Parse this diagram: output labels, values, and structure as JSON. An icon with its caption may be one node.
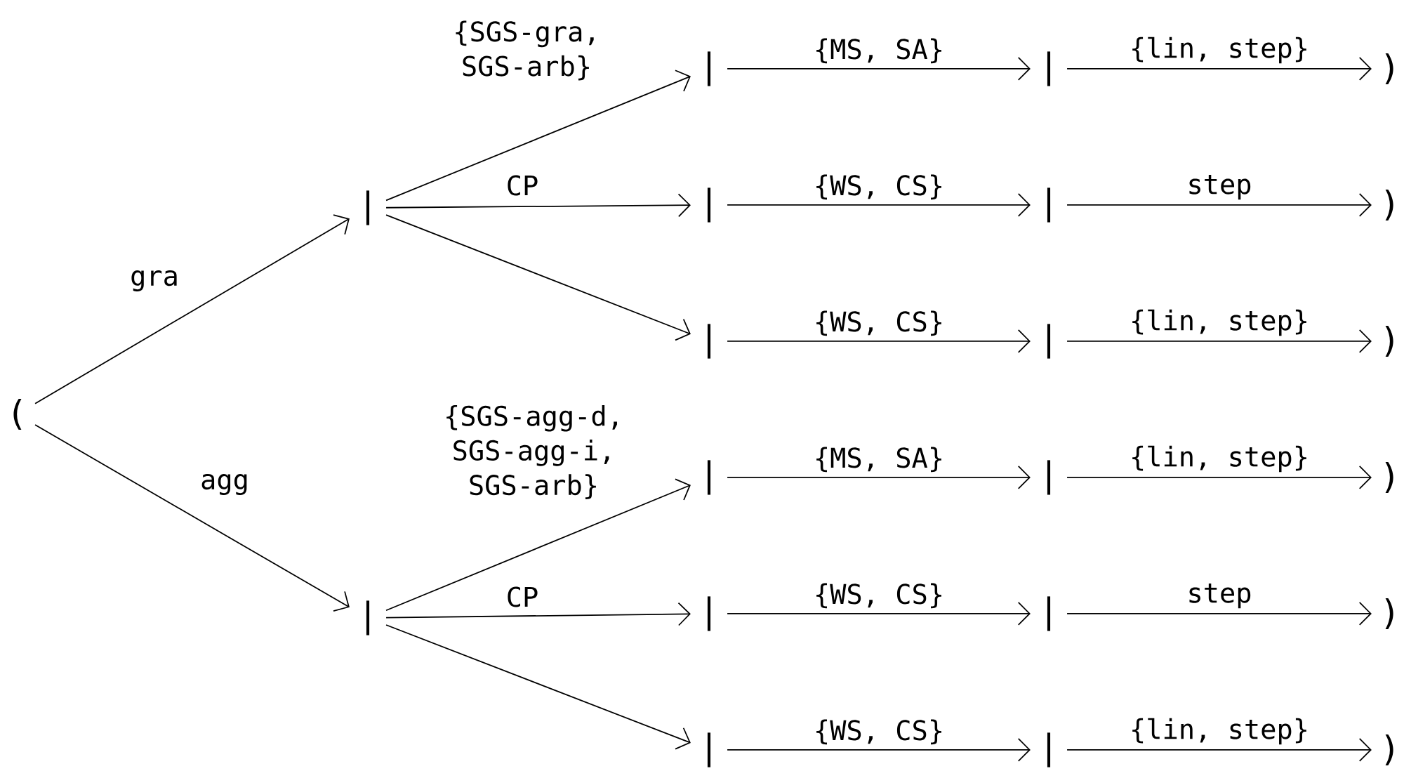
{
  "diagram": {
    "nodes": [
      {
        "text": [
          "("
        ]
      },
      {
        "text": [
          "|"
        ]
      },
      {
        "text": [
          "|"
        ]
      },
      {
        "text": [
          "|"
        ]
      },
      {
        "text": [
          "|"
        ]
      },
      {
        "text": [
          "|"
        ]
      },
      {
        "text": [
          "|"
        ]
      },
      {
        "text": [
          "|"
        ]
      },
      {
        "text": [
          "|"
        ]
      },
      {
        "text": [
          "|"
        ]
      },
      {
        "text": [
          "|"
        ]
      },
      {
        "text": [
          "|"
        ]
      },
      {
        "text": [
          "|"
        ]
      },
      {
        "text": [
          "|"
        ]
      },
      {
        "text": [
          "|"
        ]
      },
      {
        "text": [
          ")"
        ]
      },
      {
        "text": [
          ")"
        ]
      },
      {
        "text": [
          ")"
        ]
      },
      {
        "text": [
          ")"
        ]
      },
      {
        "text": [
          ")"
        ]
      },
      {
        "text": [
          ")"
        ]
      }
    ],
    "edges": [
      {
        "from": 0,
        "to": 1,
        "arrow": "to",
        "label": "gra"
      },
      {
        "from": 0,
        "to": 2,
        "arrow": "to",
        "label": "agg"
      },
      {
        "from": 1,
        "to": 3,
        "arrow": "to",
        "label": "{SGS-gra, SGS-arb}"
      },
      {
        "from": 1,
        "to": 4,
        "arrow": "to",
        "label": "CP"
      },
      {
        "from": 1,
        "to": 5,
        "arrow": "to"
      },
      {
        "from": 2,
        "to": 6,
        "arrow": "to",
        "label": "{SGS-agg-d, SGS-agg-i, SGS-arb}"
      },
      {
        "from": 2,
        "to": 7,
        "arrow": "to",
        "label": "CP"
      },
      {
        "from": 2,
        "to": 8,
        "arrow": "to"
      },
      {
        "from": 3,
        "to": 9,
        "arrow": "to",
        "label": "{MS, SA}"
      },
      {
        "from": 4,
        "to": 10,
        "arrow": "to",
        "label": "{WS, CS}"
      },
      {
        "from": 5,
        "to": 11,
        "arrow": "to",
        "label": "{WS, CS}"
      },
      {
        "from": 6,
        "to": 12,
        "arrow": "to",
        "label": "{MS, SA}"
      },
      {
        "from": 7,
        "to": 13,
        "arrow": "to",
        "label": "{WS, CS}"
      },
      {
        "from": 8,
        "to": 14,
        "arrow": "to",
        "label": "{WS, CS}"
      },
      {
        "from": 9,
        "to": 15,
        "arrow": "to",
        "label": "{lin, step}"
      },
      {
        "from": 10,
        "to": 16,
        "arrow": "to",
        "label": "step"
      },
      {
        "from": 11,
        "to": 17,
        "arrow": "to",
        "label": "{lin, step}"
      },
      {
        "from": 12,
        "to": 18,
        "arrow": "to",
        "label": "{lin, step}"
      },
      {
        "from": 13,
        "to": 19,
        "arrow": "to",
        "label": "step"
      },
      {
        "from": 14,
        "to": 20,
        "arrow": "to",
        "label": "{lin, step}"
      }
    ]
  }
}
